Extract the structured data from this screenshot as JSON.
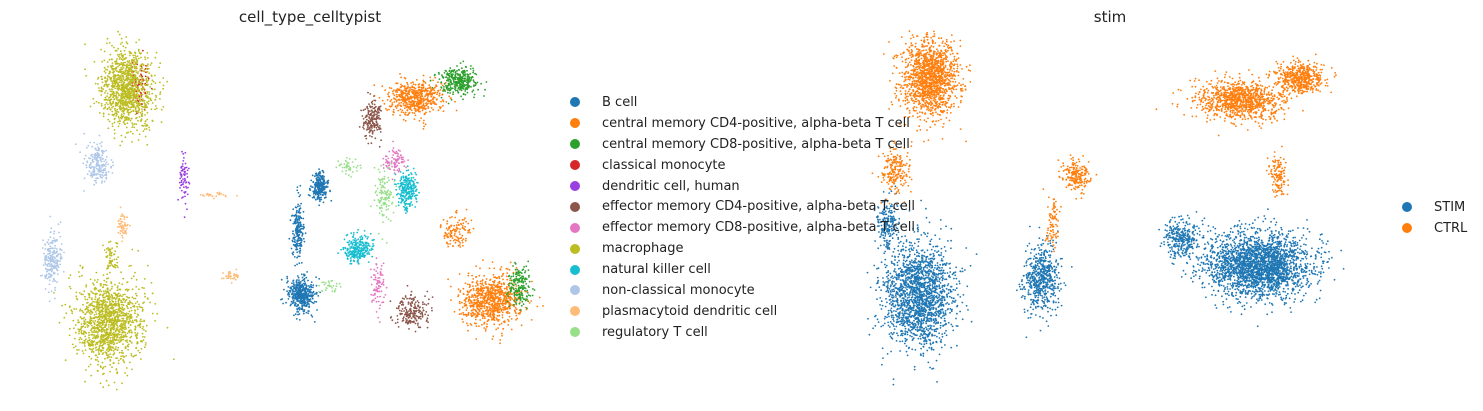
{
  "chart_data": [
    {
      "type": "scatter",
      "title": "cell_type_celltypist",
      "xlabel": "",
      "ylabel": "",
      "grid": false,
      "legend_placement": "right",
      "series": [
        {
          "name": "B cell",
          "color": "#1f77b4",
          "clusters": [
            [
              7.5,
              5.2,
              0.35,
              0.45,
              250
            ],
            [
              6.4,
              3.6,
              0.25,
              0.9,
              200
            ],
            [
              6.6,
              1.2,
              0.55,
              0.55,
              450
            ]
          ]
        },
        {
          "name": "central memory CD4-positive, alpha-beta T cell",
          "color": "#ff7f0e",
          "clusters": [
            [
              12.4,
              8.5,
              1.2,
              0.55,
              550
            ],
            [
              16.2,
              1.0,
              1.3,
              0.8,
              800
            ],
            [
              14.5,
              3.5,
              0.6,
              0.5,
              120
            ]
          ]
        },
        {
          "name": "central memory CD8-positive, alpha-beta T cell",
          "color": "#2ca02c",
          "clusters": [
            [
              14.6,
              9.1,
              0.8,
              0.4,
              320
            ],
            [
              17.7,
              1.5,
              0.5,
              0.6,
              180
            ]
          ]
        },
        {
          "name": "classical monocyte",
          "color": "#d62728",
          "clusters": [
            [
              -1.6,
              9.0,
              0.4,
              0.8,
              70
            ]
          ]
        },
        {
          "name": "dendritic cell, human",
          "color": "#9a3fe0",
          "clusters": [
            [
              0.6,
              5.4,
              0.2,
              0.8,
              70
            ]
          ]
        },
        {
          "name": "effector memory CD4-positive, alpha-beta T cell",
          "color": "#8c564b",
          "clusters": [
            [
              10.2,
              7.7,
              0.4,
              0.6,
              180
            ],
            [
              12.2,
              0.6,
              0.7,
              0.5,
              200
            ]
          ]
        },
        {
          "name": "effector memory CD8-positive, alpha-beta T cell",
          "color": "#e377c2",
          "clusters": [
            [
              11.3,
              6.2,
              0.45,
              0.4,
              90
            ],
            [
              10.5,
              1.5,
              0.3,
              0.7,
              80
            ]
          ]
        },
        {
          "name": "macrophage",
          "color": "#bcbd22",
          "clusters": [
            [
              -2.3,
              8.8,
              1.1,
              1.2,
              1100
            ],
            [
              -3.2,
              0.2,
              1.4,
              1.3,
              1300
            ],
            [
              -3.1,
              2.6,
              0.3,
              0.5,
              60
            ]
          ]
        },
        {
          "name": "natural killer cell",
          "color": "#17becf",
          "clusters": [
            [
              12.0,
              5.1,
              0.4,
              0.55,
              260
            ],
            [
              9.5,
              2.9,
              0.6,
              0.45,
              260
            ]
          ]
        },
        {
          "name": "non-classical monocyte",
          "color": "#aec7e8",
          "clusters": [
            [
              -3.8,
              6.1,
              0.5,
              0.6,
              200
            ],
            [
              -6.1,
              2.5,
              0.4,
              0.8,
              220
            ]
          ]
        },
        {
          "name": "plasmacytoid dendritic cell",
          "color": "#ffbb78",
          "clusters": [
            [
              -2.5,
              3.8,
              0.25,
              0.4,
              60
            ],
            [
              3.0,
              1.9,
              0.3,
              0.15,
              40
            ],
            [
              2.2,
              4.9,
              0.6,
              0.12,
              25
            ]
          ]
        },
        {
          "name": "regulatory T cell",
          "color": "#98df8a",
          "clusters": [
            [
              10.8,
              5.0,
              0.4,
              0.9,
              120
            ],
            [
              9.0,
              5.9,
              0.5,
              0.25,
              40
            ],
            [
              8.0,
              1.5,
              0.5,
              0.2,
              30
            ]
          ]
        }
      ]
    },
    {
      "type": "scatter",
      "title": "stim",
      "xlabel": "",
      "ylabel": "",
      "grid": false,
      "legend_placement": "right",
      "series": [
        {
          "name": "STIM",
          "color": "#1f77b4",
          "clusters": [
            [
              -4.2,
              1.2,
              1.5,
              1.6,
              1800
            ],
            [
              -5.8,
              3.8,
              0.5,
              0.9,
              200
            ],
            [
              2.2,
              1.8,
              0.8,
              1.0,
              550
            ],
            [
              13.5,
              2.3,
              2.3,
              1.0,
              2400
            ],
            [
              9.5,
              3.3,
              0.7,
              0.6,
              300
            ]
          ]
        },
        {
          "name": "CTRL",
          "color": "#ff7f0e",
          "clusters": [
            [
              -3.6,
              9.2,
              1.2,
              1.2,
              1400
            ],
            [
              -5.4,
              5.8,
              0.6,
              0.7,
              200
            ],
            [
              12.5,
              8.4,
              1.8,
              0.6,
              1000
            ],
            [
              15.6,
              9.2,
              1.0,
              0.45,
              500
            ],
            [
              4.0,
              5.6,
              0.6,
              0.45,
              200
            ],
            [
              14.5,
              5.6,
              0.4,
              0.6,
              120
            ],
            [
              2.8,
              3.9,
              0.3,
              0.8,
              80
            ]
          ]
        }
      ]
    }
  ],
  "legend_left": {
    "items": [
      {
        "label": "B cell",
        "color": "#1f77b4"
      },
      {
        "label": "central memory CD4-positive, alpha-beta T cell",
        "color": "#ff7f0e"
      },
      {
        "label": "central memory CD8-positive, alpha-beta T cell",
        "color": "#2ca02c"
      },
      {
        "label": "classical monocyte",
        "color": "#d62728"
      },
      {
        "label": "dendritic cell, human",
        "color": "#9a3fe0"
      },
      {
        "label": "effector memory CD4-positive, alpha-beta T cell",
        "color": "#8c564b"
      },
      {
        "label": "effector memory CD8-positive, alpha-beta T cell",
        "color": "#e377c2"
      },
      {
        "label": "macrophage",
        "color": "#bcbd22"
      },
      {
        "label": "natural killer cell",
        "color": "#17becf"
      },
      {
        "label": "non-classical monocyte",
        "color": "#aec7e8"
      },
      {
        "label": "plasmacytoid dendritic cell",
        "color": "#ffbb78"
      },
      {
        "label": "regulatory T cell",
        "color": "#98df8a"
      }
    ]
  },
  "legend_right": {
    "items": [
      {
        "label": "STIM",
        "color": "#1f77b4"
      },
      {
        "label": "CTRL",
        "color": "#ff7f0e"
      }
    ]
  }
}
